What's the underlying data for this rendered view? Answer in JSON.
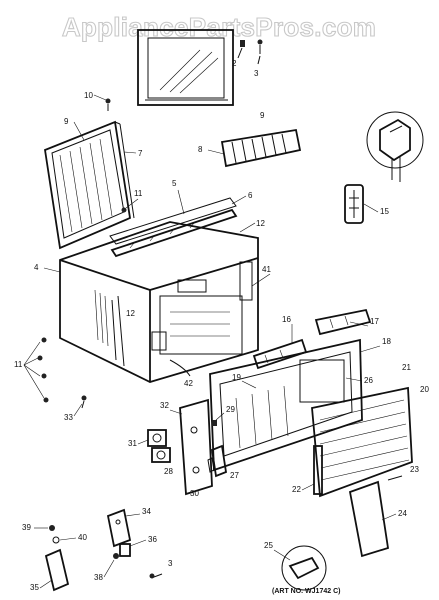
{
  "watermark": "AppliancePartsPros.com",
  "art_number": "(ART NO. WJ1742 C)",
  "callouts": [
    "10",
    "9",
    "7",
    "11",
    "5",
    "6",
    "12",
    "8",
    "9",
    "15",
    "2",
    "3",
    "4",
    "41",
    "16",
    "17",
    "18",
    "19",
    "26",
    "21",
    "20",
    "12",
    "11",
    "33",
    "42",
    "32",
    "29",
    "31",
    "28",
    "27",
    "30",
    "22",
    "23",
    "24",
    "25",
    "39",
    "40",
    "34",
    "36",
    "38",
    "3",
    "35"
  ]
}
